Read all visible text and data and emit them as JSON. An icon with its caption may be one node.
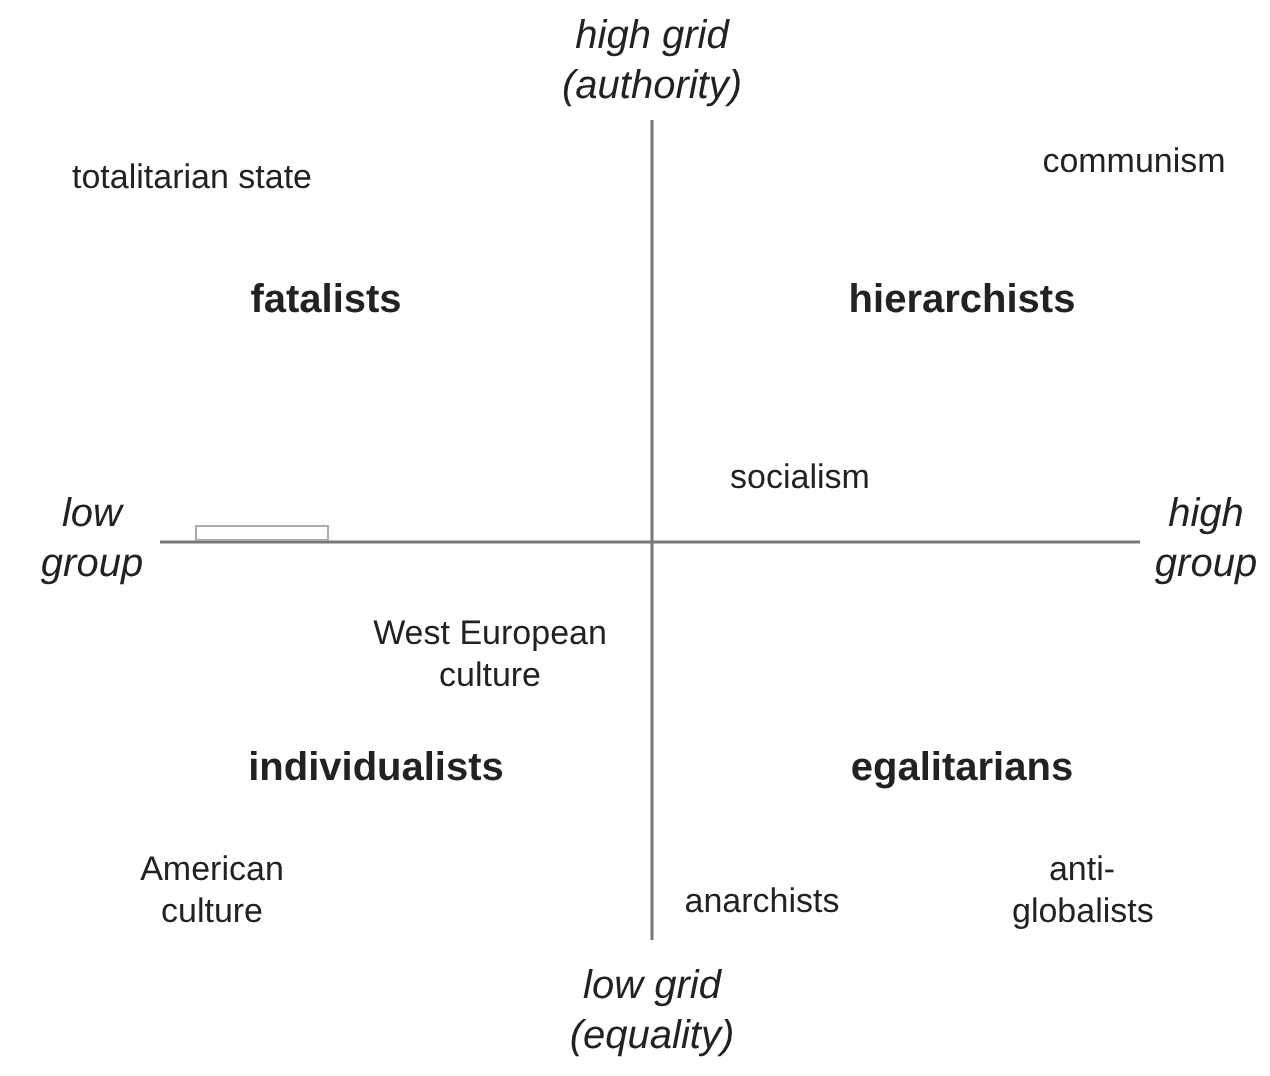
{
  "diagram": {
    "labels": [
      "high grid (authority)",
      "totalitarian state",
      "communism",
      "fatalists",
      "hierarchists",
      "socialism",
      "low group",
      "high group",
      "West European culture",
      "individualists",
      "egalitarians",
      "American culture",
      "anarchists",
      "anti-globalists",
      "low grid (equality)"
    ]
  }
}
